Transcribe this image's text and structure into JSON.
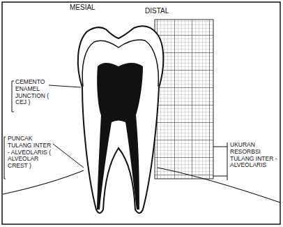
{
  "diagram": {
    "labels": [
      "MESIAL",
      "DISTAL",
      "CEMENTO ENAMEL JUNCTION ( CEJ )",
      "PUNCAK TULANG INTER - ALVEOLARIS ( ALVEOLAR CREST )",
      "UKURAN RESORBSI TULANG INTER - ALVEOLARIS"
    ]
  }
}
